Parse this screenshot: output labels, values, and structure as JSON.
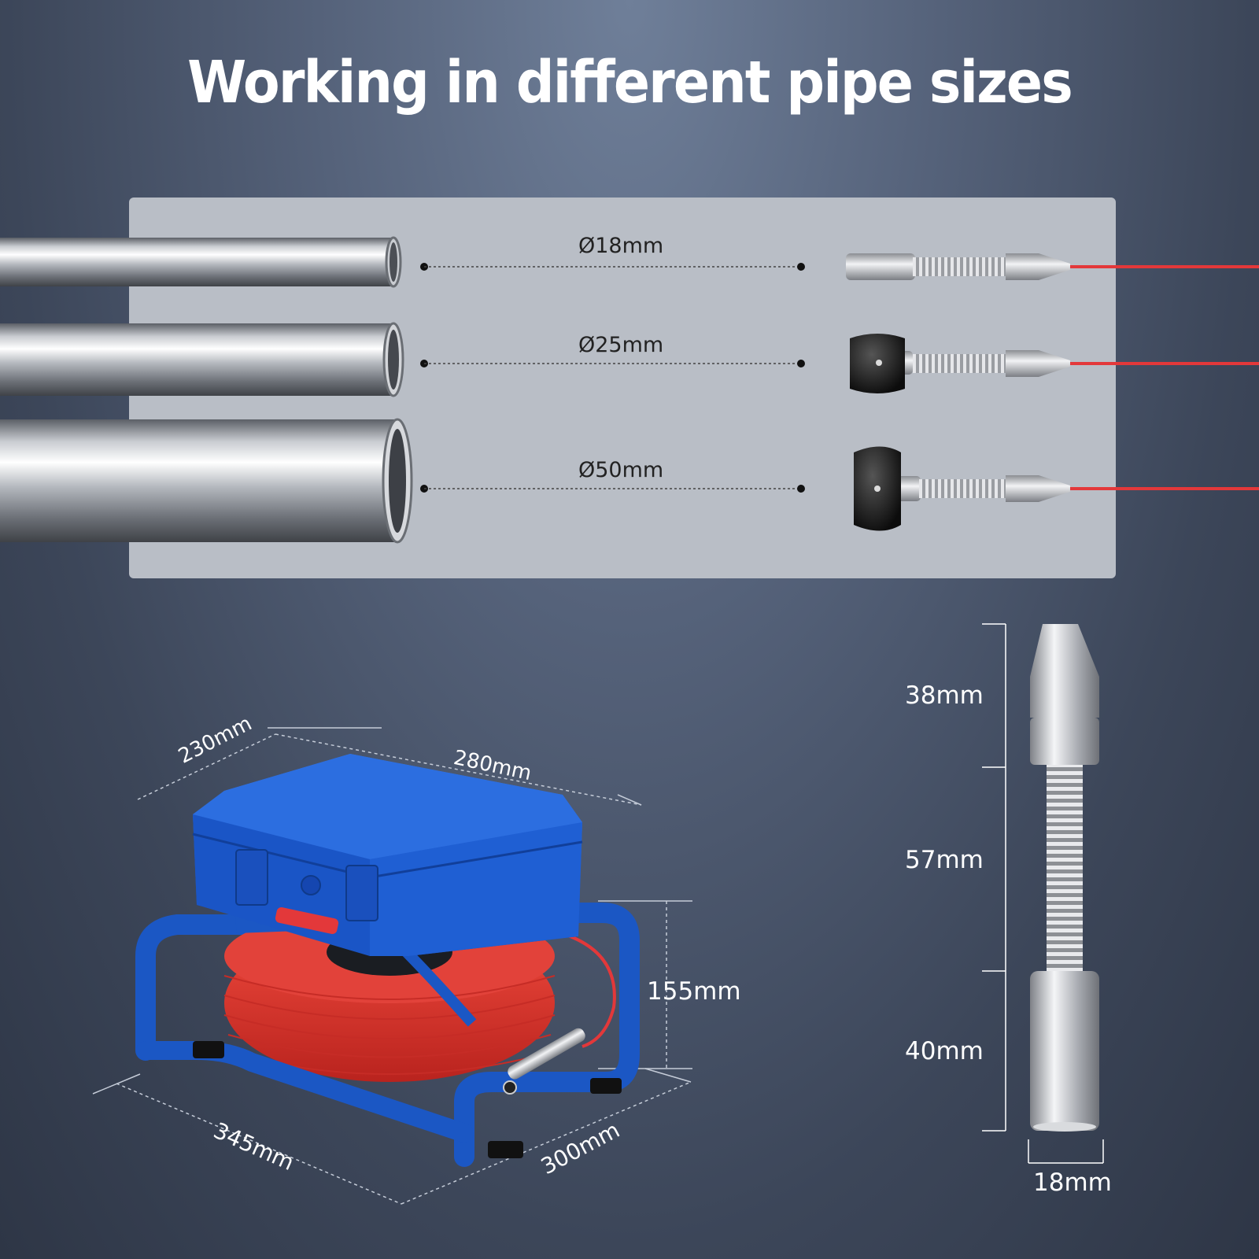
{
  "title": "Working in different pipe sizes",
  "pipe_sizes": [
    {
      "label": "Ø18mm"
    },
    {
      "label": "Ø25mm"
    },
    {
      "label": "Ø50mm"
    }
  ],
  "reel_dimensions": {
    "depth_top": "230mm",
    "width_top": "280mm",
    "height": "155mm",
    "length_bottom": "345mm",
    "width_bottom": "300mm"
  },
  "camera_head_dimensions": {
    "front": "38mm",
    "spring": "57mm",
    "back": "40mm",
    "diameter": "18mm"
  },
  "colors": {
    "cable": "#e3383a",
    "frame": "#1b57c4",
    "case": "#1f63d8",
    "reel": "#e0352f"
  }
}
